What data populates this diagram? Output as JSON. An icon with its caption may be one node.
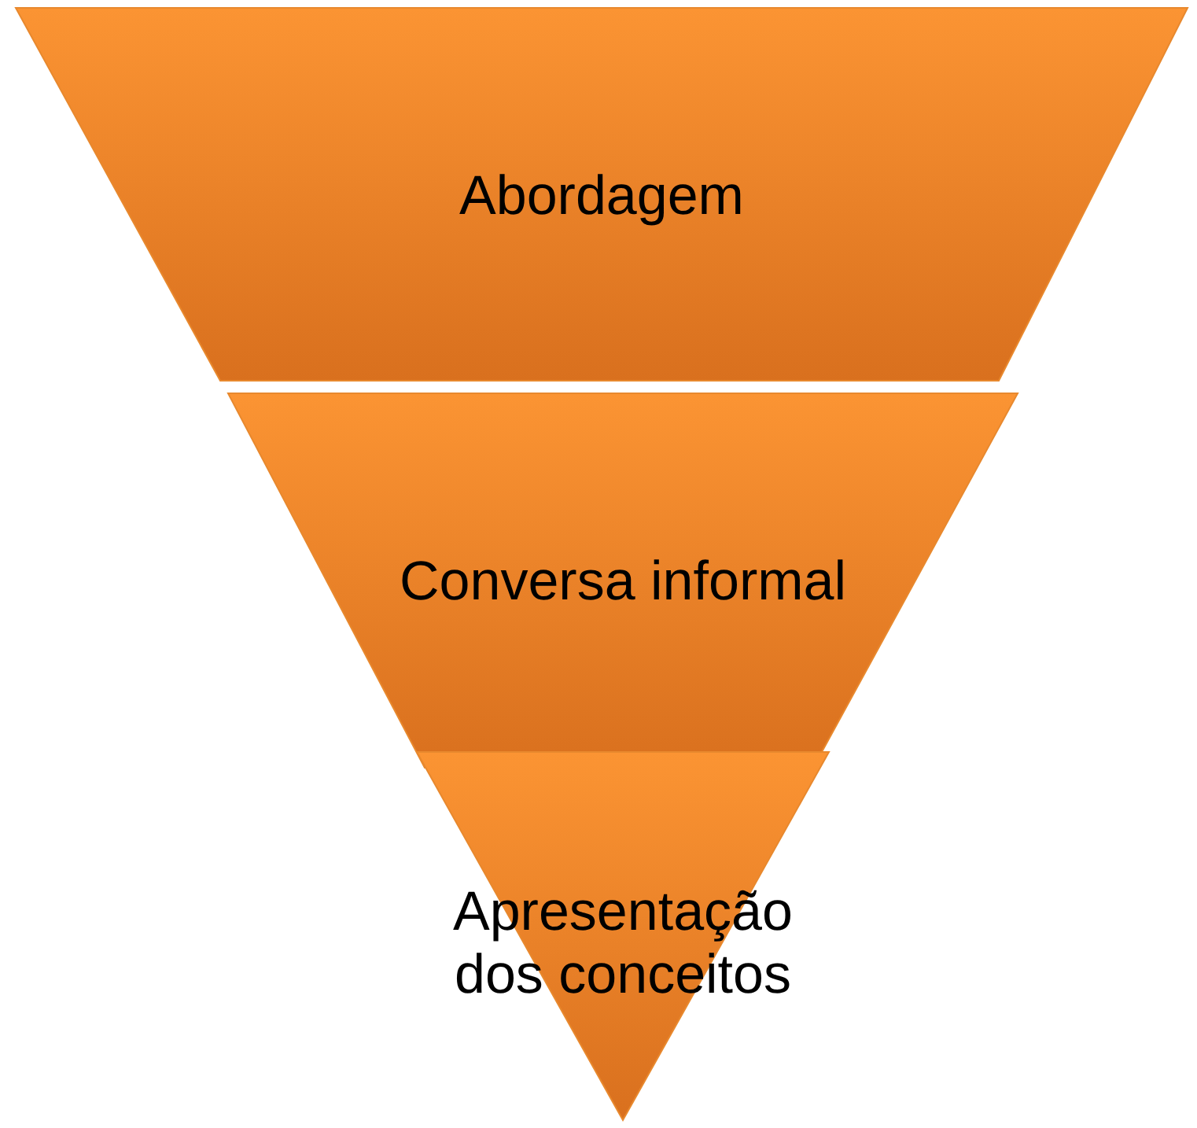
{
  "diagram": {
    "nodes": [
      {
        "text": [
          "Abordagem"
        ]
      },
      {
        "text": [
          "Conversa informal"
        ]
      },
      {
        "text": [
          "Apresentação dos conceitos"
        ]
      }
    ]
  }
}
